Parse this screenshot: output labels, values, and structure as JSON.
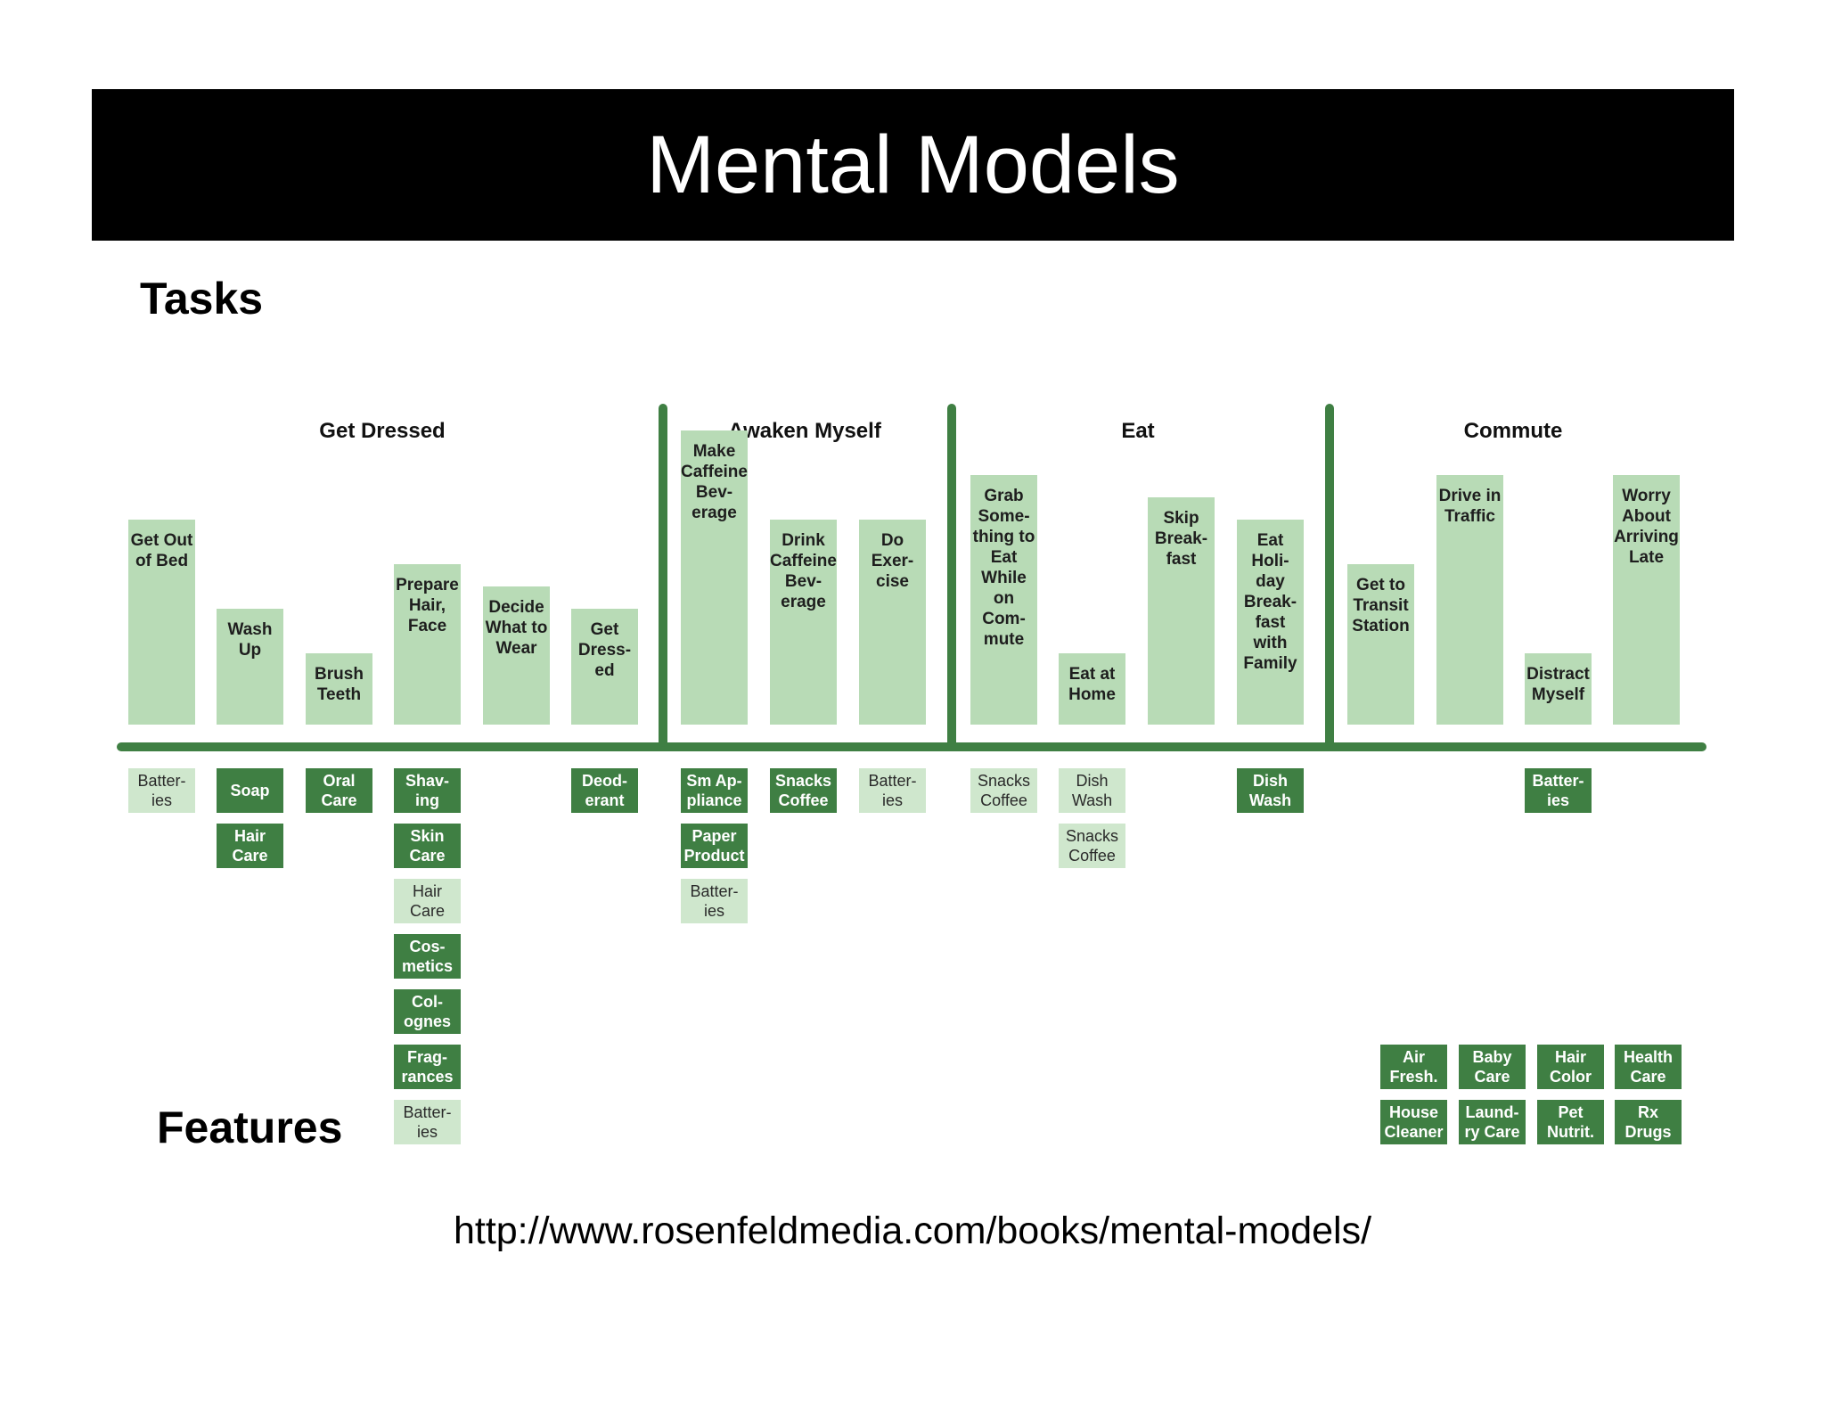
{
  "title": "Mental Models",
  "tasks_label": "Tasks",
  "features_label": "Features",
  "url": "http://www.rosenfeldmedia.com/books/mental-models/",
  "colors": {
    "dark_green": "#3f7f43",
    "light_green": "#b8dbb6",
    "pale_green": "#cfe7cd",
    "title_bg": "#000000"
  },
  "groups": [
    {
      "name": "Get Dressed",
      "tasks": [
        {
          "label": "Get Out\nof Bed",
          "height_level": 3,
          "features": [
            {
              "label": "Batter-\nies",
              "style": "light"
            }
          ]
        },
        {
          "label": "Wash\nUp",
          "height_level": 1,
          "features": [
            {
              "label": "Soap",
              "style": "dark"
            },
            {
              "label": "Hair\nCare",
              "style": "dark"
            }
          ]
        },
        {
          "label": "Brush\nTeeth",
          "height_level": 0,
          "features": [
            {
              "label": "Oral\nCare",
              "style": "dark"
            }
          ]
        },
        {
          "label": "Prepare\nHair,\nFace",
          "height_level": 2,
          "features": [
            {
              "label": "Shav-\ning",
              "style": "dark"
            },
            {
              "label": "Skin\nCare",
              "style": "dark"
            },
            {
              "label": "Hair\nCare",
              "style": "light"
            },
            {
              "label": "Cos-\nmetics",
              "style": "dark"
            },
            {
              "label": "Col-\nognes",
              "style": "dark"
            },
            {
              "label": "Frag-\nrances",
              "style": "dark"
            },
            {
              "label": "Batter-\nies",
              "style": "light"
            }
          ]
        },
        {
          "label": "Decide\nWhat to\nWear",
          "height_level": 1.5,
          "features": []
        },
        {
          "label": "Get\nDress-\ned",
          "height_level": 1,
          "features": [
            {
              "label": "Deod-\nerant",
              "style": "dark"
            }
          ]
        }
      ]
    },
    {
      "name": "Awaken Myself",
      "tasks": [
        {
          "label": "Make\nCaffeine\nBev-\nerage",
          "height_level": 5,
          "features": [
            {
              "label": "Sm Ap-\npliance",
              "style": "dark"
            },
            {
              "label": "Paper\nProduct",
              "style": "dark"
            },
            {
              "label": "Batter-\nies",
              "style": "light"
            }
          ]
        },
        {
          "label": "Drink\nCaffeine\nBev-\nerage",
          "height_level": 3,
          "features": [
            {
              "label": "Snacks\nCoffee",
              "style": "dark"
            }
          ]
        },
        {
          "label": "Do\nExer-\ncise",
          "height_level": 3,
          "features": [
            {
              "label": "Batter-\nies",
              "style": "light"
            }
          ]
        }
      ]
    },
    {
      "name": "Eat",
      "tasks": [
        {
          "label": "Grab\nSome-\nthing to\nEat\nWhile\non\nCom-\nmute",
          "height_level": 4,
          "features": [
            {
              "label": "Snacks\nCoffee",
              "style": "light"
            }
          ]
        },
        {
          "label": "Eat at\nHome",
          "height_level": 0,
          "features": [
            {
              "label": "Dish\nWash",
              "style": "light"
            },
            {
              "label": "Snacks\nCoffee",
              "style": "light"
            }
          ]
        },
        {
          "label": "Skip\nBreak-\nfast",
          "height_level": 3.5,
          "features": []
        },
        {
          "label": "Eat\nHoli-\nday\nBreak-\nfast\nwith\nFamily",
          "height_level": 3,
          "features": [
            {
              "label": "Dish\nWash",
              "style": "dark"
            }
          ]
        }
      ]
    },
    {
      "name": "Commute",
      "tasks": [
        {
          "label": "Get to\nTransit\nStation",
          "height_level": 2,
          "features": []
        },
        {
          "label": "Drive in\nTraffic",
          "height_level": 4,
          "features": []
        },
        {
          "label": "Distract\nMyself",
          "height_level": 0,
          "features": [
            {
              "label": "Batter-\nies",
              "style": "dark"
            }
          ]
        },
        {
          "label": "Worry\nAbout\nArriving\nLate",
          "height_level": 4,
          "features": []
        }
      ]
    }
  ],
  "extra_features": [
    {
      "label": "Air\nFresh.",
      "style": "dark"
    },
    {
      "label": "Baby\nCare",
      "style": "dark"
    },
    {
      "label": "Hair\nColor",
      "style": "dark"
    },
    {
      "label": "Health\nCare",
      "style": "dark"
    },
    {
      "label": "House\nCleaner",
      "style": "dark"
    },
    {
      "label": "Laund-\nry Care",
      "style": "dark"
    },
    {
      "label": "Pet\nNutrit.",
      "style": "dark"
    },
    {
      "label": "Rx\nDrugs",
      "style": "dark"
    }
  ]
}
